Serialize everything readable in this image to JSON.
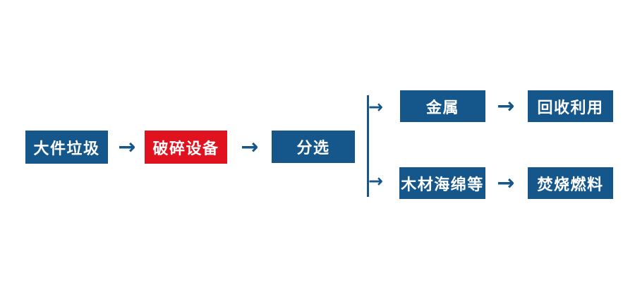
{
  "colors": {
    "primary_blue": "#15568b",
    "accent_red": "#e0121f",
    "node_text": "#ffffff",
    "background": "#ffffff"
  },
  "diagram": {
    "type": "flowchart",
    "direction": "left-to-right",
    "arrow_glyph": "→",
    "nodes": [
      {
        "id": "bulky-waste",
        "label": "大件垃圾",
        "style": "blue"
      },
      {
        "id": "crushing-equipment",
        "label": "破碎设备",
        "style": "red"
      },
      {
        "id": "sorting",
        "label": "分选",
        "style": "blue"
      },
      {
        "id": "metal",
        "label": "金属",
        "style": "blue"
      },
      {
        "id": "recycling-reuse",
        "label": "回收利用",
        "style": "blue"
      },
      {
        "id": "wood-sponge-etc",
        "label": "木材海绵等",
        "style": "blue"
      },
      {
        "id": "incineration-fuel",
        "label": "焚烧燃料",
        "style": "blue"
      }
    ],
    "edges": [
      {
        "from": "bulky-waste",
        "to": "crushing-equipment"
      },
      {
        "from": "crushing-equipment",
        "to": "sorting"
      },
      {
        "from": "sorting",
        "to": "metal"
      },
      {
        "from": "sorting",
        "to": "wood-sponge-etc"
      },
      {
        "from": "metal",
        "to": "recycling-reuse"
      },
      {
        "from": "wood-sponge-etc",
        "to": "incineration-fuel"
      }
    ]
  }
}
